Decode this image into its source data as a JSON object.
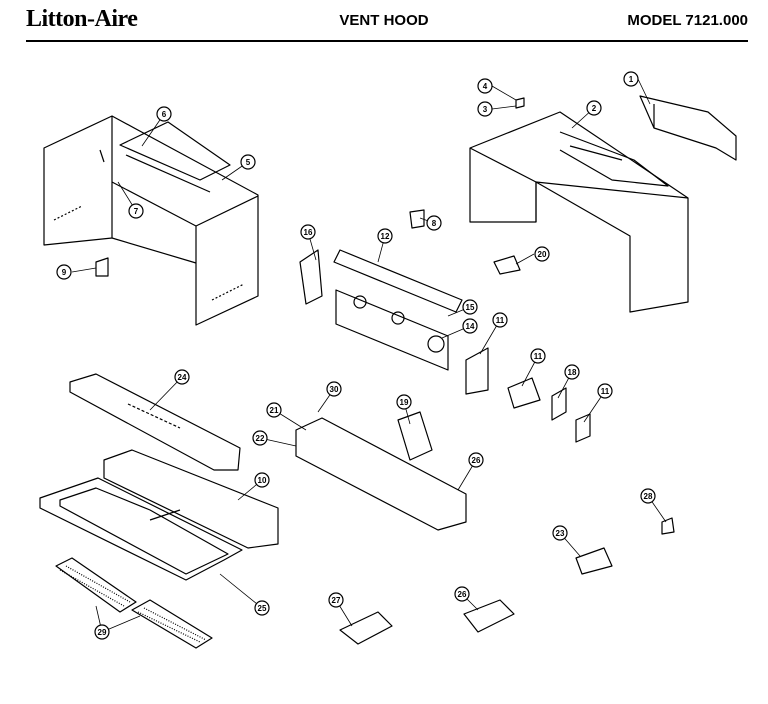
{
  "header": {
    "brand": "Litton-Aire",
    "title": "VENT HOOD",
    "model": "MODEL 7121.000"
  },
  "callouts": [
    {
      "id": "c1a",
      "label": "1"
    },
    {
      "id": "c4",
      "label": "4"
    },
    {
      "id": "c3",
      "label": "3"
    },
    {
      "id": "c2",
      "label": "2"
    },
    {
      "id": "c6",
      "label": "6"
    },
    {
      "id": "c5",
      "label": "5"
    },
    {
      "id": "c7",
      "label": "7"
    },
    {
      "id": "c9",
      "label": "9"
    },
    {
      "id": "c16",
      "label": "16"
    },
    {
      "id": "c12",
      "label": "12"
    },
    {
      "id": "c8",
      "label": "8"
    },
    {
      "id": "c20a",
      "label": "20"
    },
    {
      "id": "c15",
      "label": "15"
    },
    {
      "id": "c14",
      "label": "14"
    },
    {
      "id": "c11a",
      "label": "11"
    },
    {
      "id": "c11b",
      "label": "11"
    },
    {
      "id": "c18",
      "label": "18"
    },
    {
      "id": "c11c",
      "label": "11"
    },
    {
      "id": "c24",
      "label": "24"
    },
    {
      "id": "c30",
      "label": "30"
    },
    {
      "id": "c21",
      "label": "21"
    },
    {
      "id": "c22",
      "label": "22"
    },
    {
      "id": "c19a",
      "label": "19"
    },
    {
      "id": "c26a",
      "label": "26"
    },
    {
      "id": "c10",
      "label": "10"
    },
    {
      "id": "c28",
      "label": "28"
    },
    {
      "id": "c25",
      "label": "25"
    },
    {
      "id": "c23",
      "label": "23"
    },
    {
      "id": "c26b",
      "label": "26"
    },
    {
      "id": "c27",
      "label": "27"
    },
    {
      "id": "c29",
      "label": "29"
    }
  ]
}
